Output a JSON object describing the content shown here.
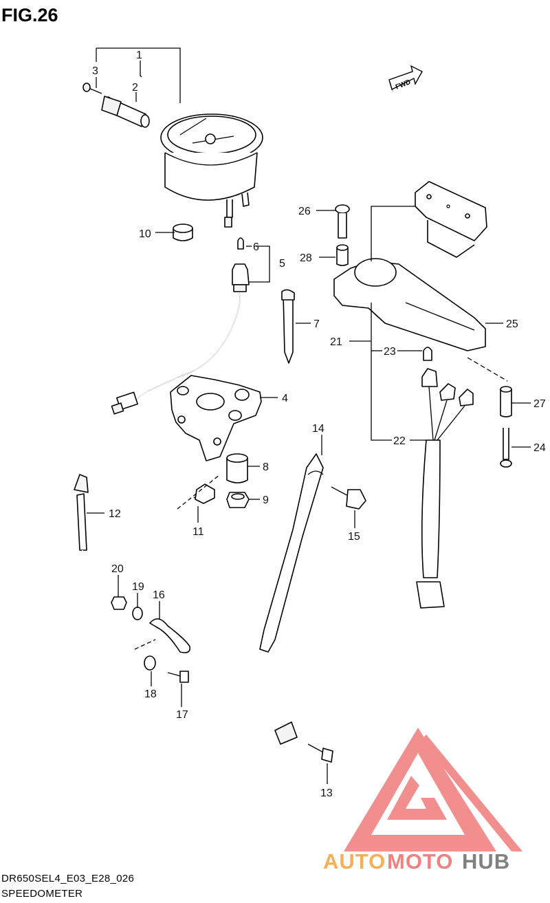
{
  "figure_title": "FIG.26",
  "diagram_code": "DR650SEL4_E03_E28_026",
  "diagram_name": "SPEEDOMETER",
  "fwd_arrow_text": "FWD",
  "watermark": {
    "brand_auto": "AUTO",
    "brand_moto": "MOTO",
    "brand_hub": "HUB",
    "color_orange": "#f2a33a",
    "color_red": "#ef6a6a",
    "color_dark": "#6a6a6a"
  },
  "callouts": {
    "c1": "1",
    "c2": "2",
    "c3": "3",
    "c4": "4",
    "c5": "5",
    "c6": "6",
    "c7": "7",
    "c8": "8",
    "c9": "9",
    "c10": "10",
    "c11": "11",
    "c12": "12",
    "c13": "13",
    "c14": "14",
    "c15": "15",
    "c16": "16",
    "c17": "17",
    "c18": "18",
    "c19": "19",
    "c20": "20",
    "c21": "21",
    "c22": "22",
    "c23": "23",
    "c24": "24",
    "c25": "25",
    "c26": "26",
    "c27": "27",
    "c28": "28"
  }
}
